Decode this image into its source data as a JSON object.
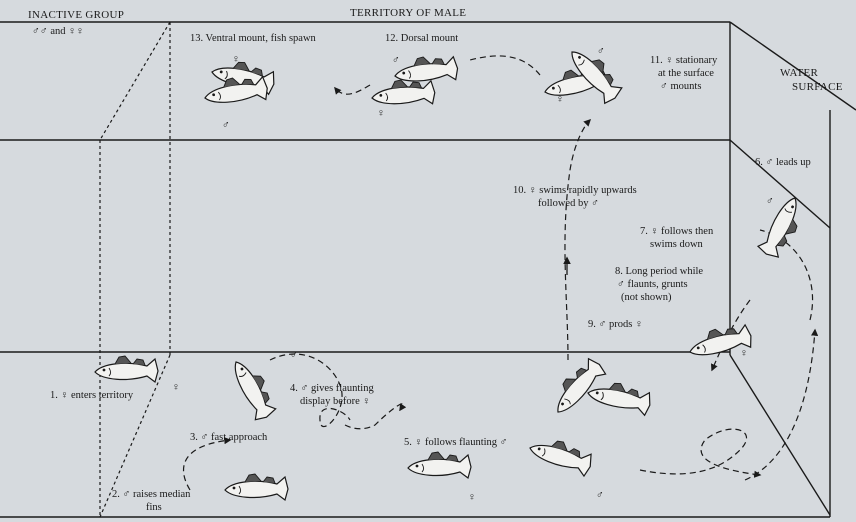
{
  "colors": {
    "frame": "#1f3a5c",
    "paper": "#d6dade",
    "ink": "#1a1a1a",
    "fish_fill": "#f2f2f0"
  },
  "header": {
    "inactive_group": "INACTIVE GROUP",
    "inactive_sub": "♂♂ and ♀♀",
    "territory": "TERRITORY OF MALE",
    "water_surface_1": "WATER",
    "water_surface_2": "SURFACE"
  },
  "steps": {
    "s1": "1. ♀ enters territory",
    "s2a": "2. ♂ raises median",
    "s2b": "fins",
    "s3": "3. ♂ fast approach",
    "s4a": "4. ♂ gives flaunting",
    "s4b": "display before ♀",
    "s5": "5. ♀ follows flaunting ♂",
    "s6": "6. ♂ leads up",
    "s7a": "7. ♀ follows then",
    "s7b": "swims down",
    "s8a": "8. Long period while",
    "s8b": "♂ flaunts, grunts",
    "s8c": "(not shown)",
    "s9": "9. ♂ prods ♀",
    "s10a": "10. ♀ swims rapidly upwards",
    "s10b": "followed by ♂",
    "s11a": "11. ♀ stationary",
    "s11b": "at the surface",
    "s11c": "♂ mounts",
    "s12": "12. Dorsal mount",
    "s13": "13. Ventral mount, fish spawn"
  },
  "sex_marks": {
    "male": "♂",
    "female": "♀"
  },
  "icons": {
    "fish": "fish-icon",
    "arrow": "arrow-icon"
  }
}
